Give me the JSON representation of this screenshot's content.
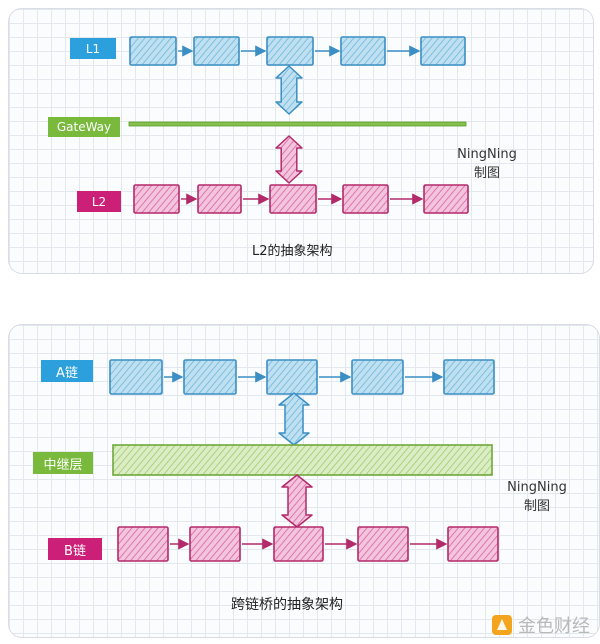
{
  "diagram1": {
    "layer_top": "L1",
    "middle": "GateWay",
    "layer_bottom": "L2",
    "signature_line1": "NingNing",
    "signature_line2": "制图",
    "caption": "L2的抽象架构"
  },
  "diagram2": {
    "layer_top": "A链",
    "middle": "中继层",
    "layer_bottom": "B链",
    "signature_line1": "NingNing",
    "signature_line2": "制图",
    "caption": "跨链桥的抽象架构"
  },
  "watermark": {
    "text": "金色财经"
  },
  "colors": {
    "blue": "#2ba0dc",
    "green": "#79b93b",
    "magenta": "#cc1f78",
    "block_blue": "#a7d4ea",
    "block_pink": "#e9a3cb",
    "bar_green": "#cfe6b4"
  }
}
